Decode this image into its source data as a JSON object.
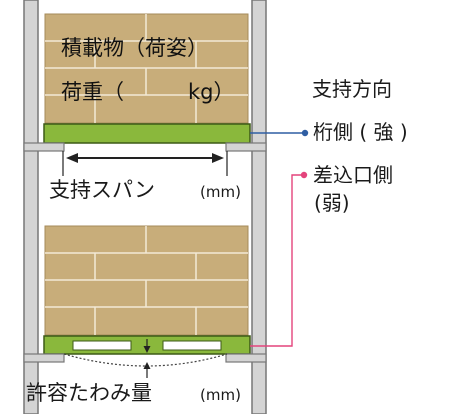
{
  "diagram": {
    "cargo_label": "積載物（荷姿）",
    "load_label_left": "荷重（",
    "load_label_unit": "kg）",
    "support_direction_title": "支持方向",
    "beam_side_label": "桁側 ( 強 )",
    "insert_side_label_line1": "差込口側",
    "insert_side_label_line2": "(弱)",
    "support_span_label": "支持スパン",
    "support_span_unit": "(mm)",
    "deflection_label": "許容たわみ量",
    "deflection_unit": "(mm)",
    "colors": {
      "cargo": "#c8ad7a",
      "cargo_lines": "#ffffff",
      "pallet": "#8ab83c",
      "pallet_border": "#3d5a17",
      "upright": "#cfcfcf",
      "upright_border": "#6f6f6f",
      "beam_leader": "#2f5ea3",
      "insert_leader": "#e4447c"
    }
  }
}
